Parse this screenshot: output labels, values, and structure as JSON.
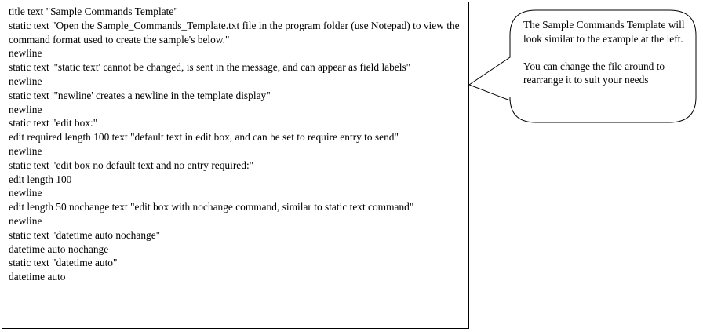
{
  "template_lines": [
    "title text \"Sample Commands Template\"",
    "static text \"Open the Sample_Commands_Template.txt file in the program folder (use Notepad) to view the command format used to create the sample's below.\"",
    "newline",
    "static text \"'static text' cannot be changed, is sent in the message, and can appear as field labels\"",
    "newline",
    "static text \"'newline' creates a newline in the template display\"",
    "newline",
    "static text \"edit box:\"",
    "edit required length 100 text \"default text in edit box, and can be set to require entry to send\"",
    "newline",
    "static text \"edit box no default text and no entry required:\"",
    "edit length 100",
    "newline",
    "edit length 50 nochange text \"edit box with nochange command, similar to static text command\"",
    "newline",
    "static text \"datetime auto nochange\"",
    "datetime auto nochange",
    "static text \"datetime auto\"",
    "datetime auto"
  ],
  "callout": {
    "paragraph1": "The Sample Commands Template will look similar to the example at the left.",
    "paragraph2": "You can change the file around to rearrange it to suit your needs"
  },
  "colors": {
    "border": "#000000",
    "background": "#ffffff",
    "text": "#000000"
  }
}
